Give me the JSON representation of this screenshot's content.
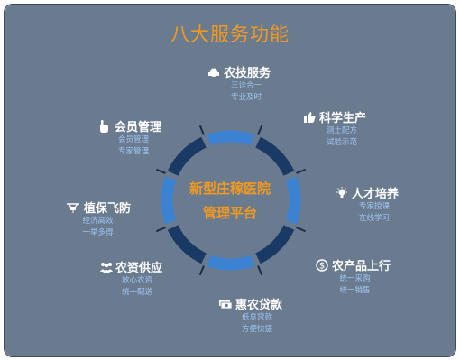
{
  "title": "八大服务功能",
  "center": {
    "line1": "新型庄稼医院",
    "line2": "管理平台"
  },
  "colors": {
    "accent": "#f39a1e",
    "ring_dark": "#1a3a66",
    "ring_light": "#3b82d2",
    "sub_text": "#9ec5f3"
  },
  "services": [
    {
      "id": "agri-tech",
      "label": "农技服务",
      "icon": "headset-icon",
      "lines": [
        "三诊合一",
        "专业及时"
      ]
    },
    {
      "id": "science",
      "label": "科学生产",
      "icon": "thumbs-up-icon",
      "lines": [
        "测土配方",
        "试验示范"
      ]
    },
    {
      "id": "talent",
      "label": "人才培养",
      "icon": "lightbulb-icon",
      "lines": [
        "专家授课",
        "在线学习"
      ]
    },
    {
      "id": "products",
      "label": "农产品上行",
      "icon": "dollar-circle-icon",
      "lines": [
        "统一采购",
        "统一销售"
      ]
    },
    {
      "id": "loans",
      "label": "惠农贷款",
      "icon": "money-icon",
      "lines": [
        "低息贷款",
        "方便快捷"
      ]
    },
    {
      "id": "supplies",
      "label": "农资供应",
      "icon": "people-icon",
      "lines": [
        "放心农资",
        "统一配送"
      ]
    },
    {
      "id": "drone",
      "label": "植保飞防",
      "icon": "drone-icon",
      "lines": [
        "经济高效",
        "一举多得"
      ]
    },
    {
      "id": "members",
      "label": "会员管理",
      "icon": "pointer-hand-icon",
      "lines": [
        "会员管理",
        "专家管理"
      ]
    }
  ]
}
